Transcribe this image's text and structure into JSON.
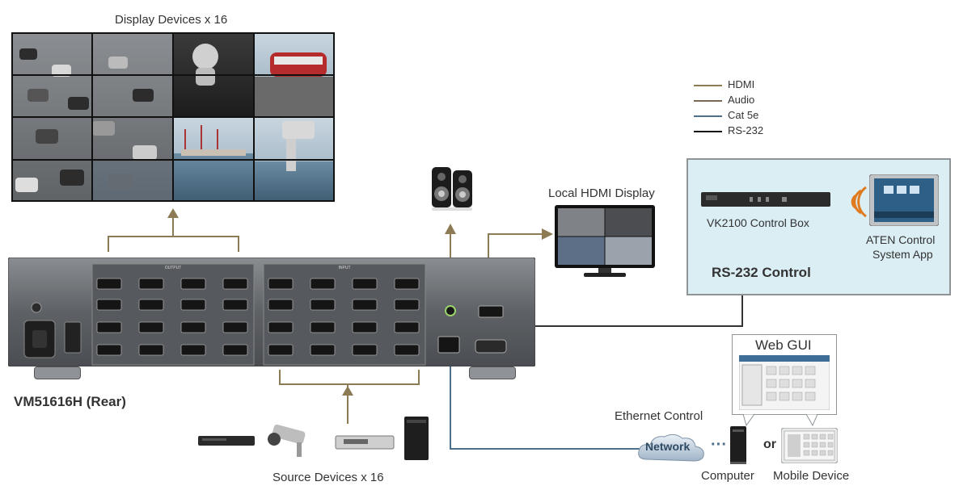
{
  "titles": {
    "display_devices": "Display Devices x 16",
    "source_devices": "Source Devices x 16",
    "local_display": "Local HDMI Display",
    "matrix_name": "VM51616H (Rear)",
    "control_box": "VK2100 Control Box",
    "control_app_line1": "ATEN Control",
    "control_app_line2": "System App",
    "rs232_control": "RS-232 Control",
    "ethernet_control": "Ethernet Control",
    "network": "Network",
    "web_gui": "Web GUI",
    "computer": "Computer",
    "or": "or",
    "mobile_device": "Mobile Device",
    "ellipsis": "···"
  },
  "legend": [
    {
      "label": "HDMI",
      "color": "#8c7b55"
    },
    {
      "label": "Audio",
      "color": "#7a6a55"
    },
    {
      "label": "Cat 5e",
      "color": "#4d6f8c"
    },
    {
      "label": "RS-232",
      "color": "#111111"
    }
  ],
  "panel": {
    "output_label": "OUTPUT",
    "input_label": "INPUT"
  },
  "colors": {
    "hdmi": "#8c7b55",
    "cat5e": "#4d6f8c",
    "rs232": "#333333",
    "control_bg": "#dbeef4",
    "chassis": "#6b6e72"
  }
}
